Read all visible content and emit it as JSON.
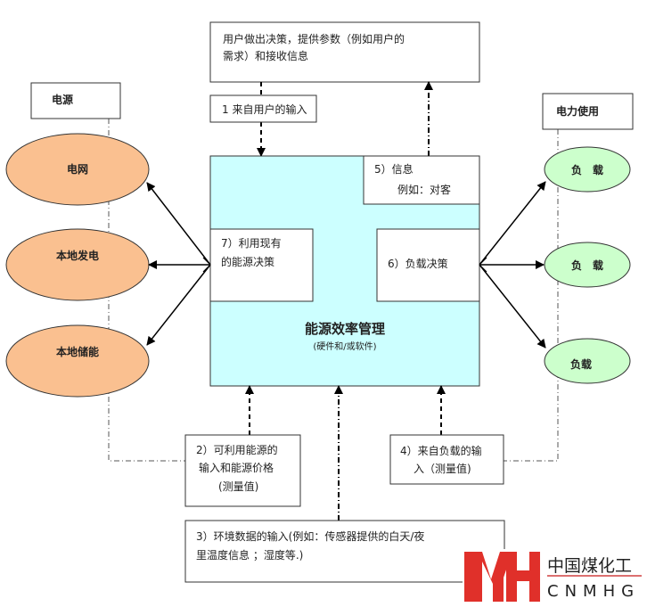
{
  "top_box": {
    "line1": "用户做出决策，提供参数（例如用户的",
    "line2": "需求）和接收信息"
  },
  "user_input": "1 来自用户的输入",
  "info_box": {
    "line1": "5）信息",
    "line2": "例如：对客"
  },
  "existing_energy": {
    "line1": "7）利用现有",
    "line2": "的能源决策"
  },
  "load_decision": "6）负载决策",
  "main": {
    "title": "能源效率管理",
    "subtitle": "(硬件和/或软件)"
  },
  "source": {
    "header": "电源",
    "items": [
      "电网",
      "本地发电",
      "本地储能"
    ]
  },
  "usage": {
    "header": "电力使用",
    "items": [
      "负　载",
      "负　载",
      "负载"
    ]
  },
  "available_energy": {
    "line1": "2）可利用能源的",
    "line2": "输入和能源价格",
    "line3": "(测量值)"
  },
  "load_input": {
    "line1": "4）来自负载的输",
    "line2": "入（测量值)"
  },
  "env_input": {
    "line1": "3）环境数据的输入(例如：传感器提供的白天/夜",
    "line2": "里温度信息 ；湿度等.)"
  },
  "logo": {
    "cn": "中国煤化工",
    "en": "CNMHG"
  },
  "colors": {
    "main_fill": "#ccffff",
    "source_fill": "#fac090",
    "usage_fill": "#ccffcc",
    "logo_red": "#e0302a"
  }
}
